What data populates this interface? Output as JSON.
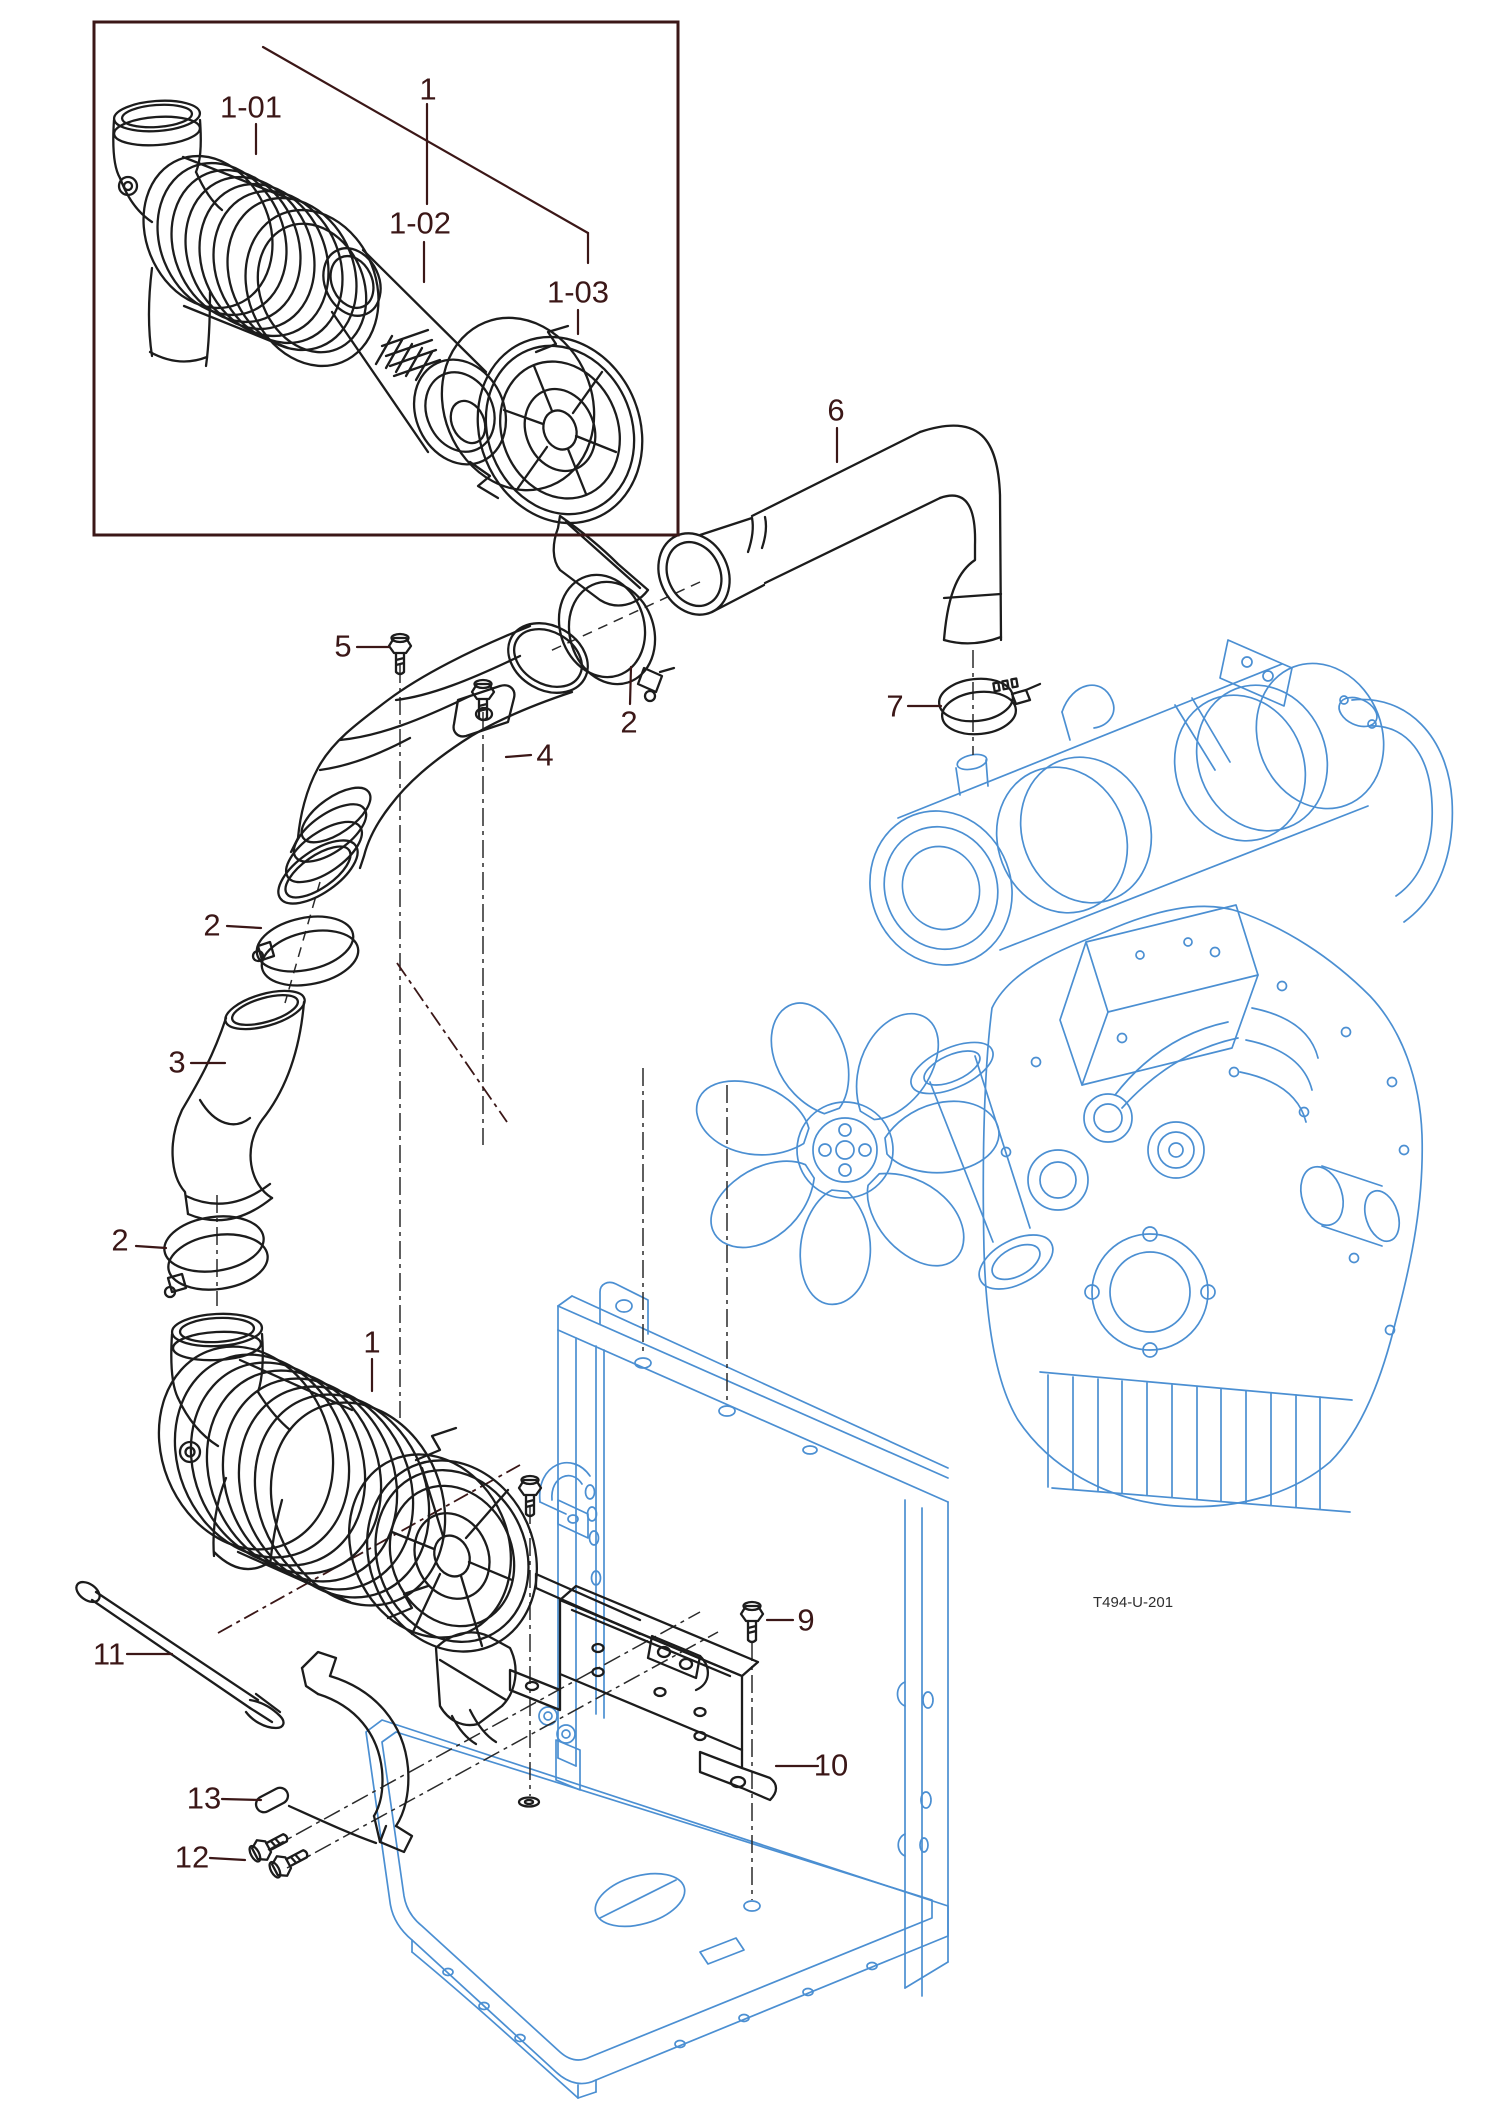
{
  "figure": {
    "drawing_code": "T494-U-201",
    "description_visible_text_only": ""
  },
  "colors": {
    "background": "#ffffff",
    "black_part_lines": "#1c1c1c",
    "engine_frame_lines": "#4b8fd2",
    "callout_and_inset": "#3b1717"
  },
  "callouts": {
    "c1_inset": "1",
    "c1_01": "1-01",
    "c1_02": "1-02",
    "c1_03": "1-03",
    "c1": "1",
    "c2a": "2",
    "c2b": "2",
    "c2c": "2",
    "c3": "3",
    "c4": "4",
    "c5": "5",
    "c6": "6",
    "c7": "7",
    "c9": "9",
    "c10": "10",
    "c11": "11",
    "c12": "12",
    "c13": "13"
  }
}
